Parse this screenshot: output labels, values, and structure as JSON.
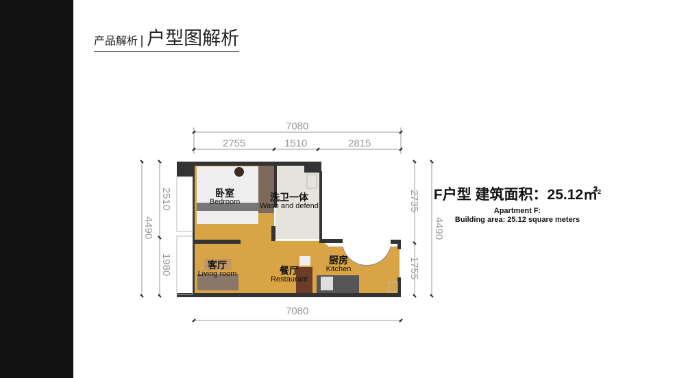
{
  "header": {
    "subtitle": "产品解析",
    "separator": "|",
    "title": "户型图解析"
  },
  "dimensions": {
    "top_total": "7080",
    "top_segments": [
      "2755",
      "1510",
      "2815"
    ],
    "left_segments": [
      "2510",
      "1980"
    ],
    "left_total": "4490",
    "right_segments": [
      "2735",
      "1755"
    ],
    "right_total": "4490",
    "bottom_total": "7080"
  },
  "rooms": [
    {
      "cn": "卧室",
      "en": "Bedroom"
    },
    {
      "cn": "洗卫一体",
      "en": "Wash and defend"
    },
    {
      "cn": "客厅",
      "en": "Living room"
    },
    {
      "cn": "餐厅",
      "en": "Restaurant"
    },
    {
      "cn": "厨房",
      "en": "Kitchen"
    }
  ],
  "info": {
    "heading": "F户型 建筑面积：25.12",
    "unit": "㎡",
    "unit_sup": "2",
    "en_line1": "Apartment F:",
    "en_line2": "Building area: 25.12 square meters"
  },
  "colors": {
    "sidebar": "#111111",
    "floor": "#d9a445",
    "wall": "#333333"
  }
}
